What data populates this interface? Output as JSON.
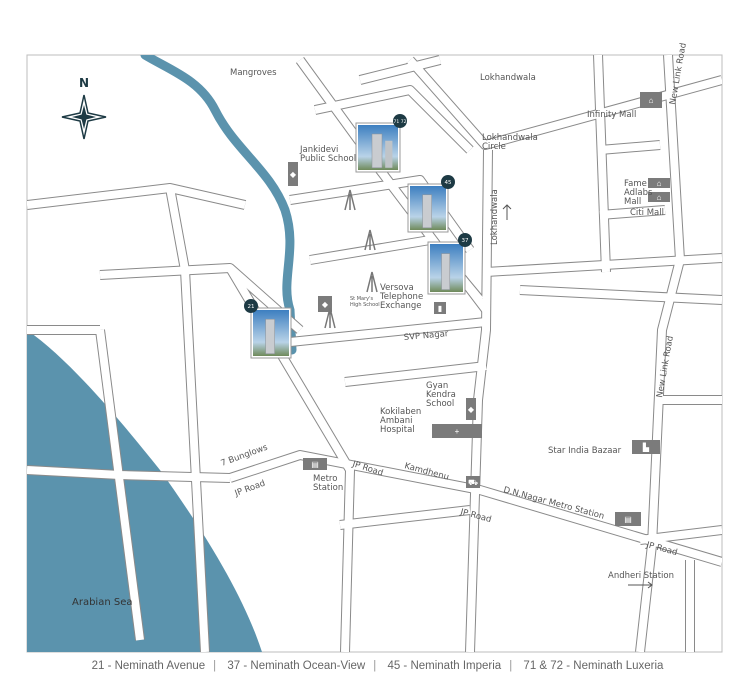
{
  "colors": {
    "water": "#5b93ad",
    "road_edge": "#8a8a8a",
    "icon": "#7b7b7b",
    "marker": "#1d3a44",
    "frame": "#bdbdbd"
  },
  "compass": {
    "label": "N",
    "icon": "compass-rose-icon"
  },
  "labels": {
    "mangroves": "Mangroves",
    "lokhandwala": "Lokhandwala",
    "infinity_mall": "Infinity Mall",
    "new_link_road_top": "New Link Road",
    "jankidevi": [
      "Jankidevi",
      "Public School"
    ],
    "lokhandwala_circle": [
      "Lokhandwala",
      "Circle"
    ],
    "lokhandwala_road": "Lokhandwala",
    "fame_adlabs": [
      "Fame",
      "Adlabs",
      "Mall"
    ],
    "citi_mall": "Citi Mall",
    "versova": [
      "Versova",
      "Telephone",
      "Exchange"
    ],
    "st_marys": [
      "St Mary's",
      "High School"
    ],
    "svp_nagar": "SVP Nagar",
    "new_link_road": "New Link Road",
    "gyan_kendra": [
      "Gyan",
      "Kendra",
      "School"
    ],
    "kokilaben": [
      "Kokilaben",
      "Ambani",
      "Hospital"
    ],
    "star_india": "Star India Bazaar",
    "seven_bunglows": "7 Bunglows",
    "jp_road_1": "JP Road",
    "metro_station": [
      "Metro",
      "Station"
    ],
    "jp_road_2": "JP Road",
    "kamdhenu": "Kamdhenu",
    "dn_nagar": "D.N.Nagar Metro Station",
    "jp_road_3": "JP Road",
    "jp_road_4": "JP Road",
    "andheri": "Andheri Station",
    "arabian_sea": "Arabian Sea"
  },
  "markers": [
    {
      "number": "71\n72",
      "text": "71 72"
    },
    {
      "number": "45",
      "text": "45"
    },
    {
      "number": "37",
      "text": "37"
    },
    {
      "number": "21",
      "text": "21"
    }
  ],
  "legend": [
    "21 - Neminath Avenue",
    "37 - Neminath Ocean-View",
    "45 - Neminath Imperia",
    "71 & 72 - Neminath Luxeria"
  ]
}
